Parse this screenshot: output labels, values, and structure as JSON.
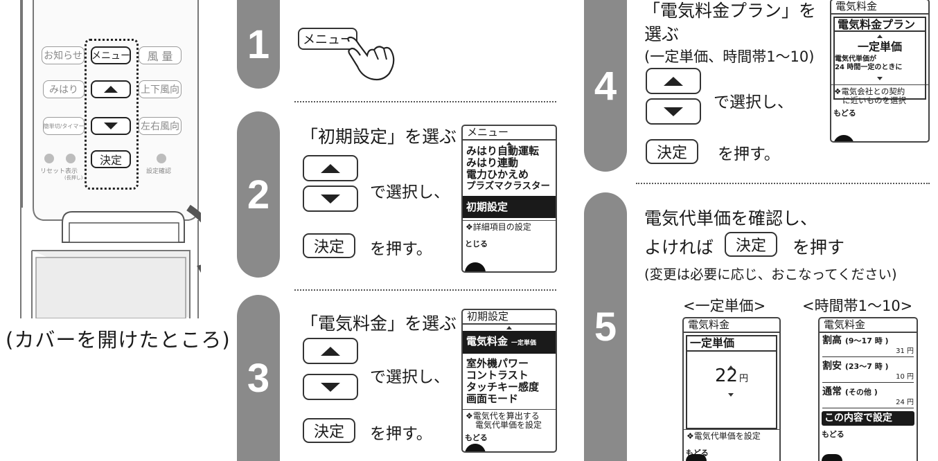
{
  "remote": {
    "buttons": {
      "oshirase": "お知らせ",
      "menu": "メニュー",
      "fuuryou": "風 量",
      "mihari": "みはり",
      "joge": "上下風向",
      "kantan_timer": "簡単切/タイマー",
      "sayu": "左右風向",
      "kettei": "決定"
    },
    "labels": {
      "reset": "リセット",
      "hyouji": "表示",
      "hyouji_sub": "(長押し)",
      "settei_kakunin": "設定確認"
    },
    "caption": "(カバーを開けたところ)"
  },
  "steps": {
    "s1": {
      "number": "1",
      "button": "メニュー"
    },
    "s2": {
      "number": "2",
      "heading": "「初期設定」を選ぶ",
      "select_text": "で選択し、",
      "kettei": "決定",
      "press_text": "を押す。",
      "lcd": {
        "title": "メニュー",
        "items": [
          "みはり自動運転",
          "みはり連動",
          "電力ひかえめ",
          "プラズマクラスター"
        ],
        "selected": "初期設定",
        "info": "詳細項目の設定",
        "back": "とじる"
      }
    },
    "s3": {
      "number": "3",
      "heading": "「電気料金」を選ぶ",
      "select_text": "で選択し、",
      "kettei": "決定",
      "press_text": "を押す。",
      "lcd": {
        "title": "初期設定",
        "selected": "電気料金",
        "selected_value": "一定単価",
        "items": [
          "室外機パワー",
          "コントラスト",
          "タッチキー感度",
          "画面モード"
        ],
        "info1": "電気代を算出する",
        "info2": "電気代単価を設定",
        "back": "もどる"
      }
    },
    "s4": {
      "number": "4",
      "heading1": "「電気料金プラン」を",
      "heading2": "選ぶ",
      "options": "(一定単価、時間帯1〜10)",
      "select_text": "で選択し、",
      "kettei": "決定",
      "press_text": "を押す。",
      "lcd": {
        "title": "電気料金",
        "header": "電気料金プラン",
        "value": "一定単価",
        "note1": "電気代単価が",
        "note2": "24 時間一定のときに",
        "info1": "電気会社との契約",
        "info2": "に近いものを選択",
        "back": "もどる"
      }
    },
    "s5": {
      "number": "5",
      "heading1": "電気代単価を確認し、",
      "heading2a": "よければ",
      "kettei": "決定",
      "heading2b": "を押す",
      "note": "(変更は必要に応じ、おこなってください)",
      "label_fixed": "<一定単価>",
      "label_tou": "<時間帯1〜10>",
      "lcd_fixed": {
        "title": "電気料金",
        "header": "一定単価",
        "price": "22",
        "unit": "円",
        "info": "電気代単価を設定",
        "back": "もどる"
      },
      "lcd_tou": {
        "title": "電気料金",
        "rows": [
          {
            "name": "割高",
            "period": "(9〜17 時 )",
            "price": "31 円"
          },
          {
            "name": "割安",
            "period": "(23〜7 時 )",
            "price": "10 円"
          },
          {
            "name": "通常",
            "period": "(その他 )",
            "price": "24 円"
          }
        ],
        "confirm": "この内容で設定",
        "back": "もどる"
      }
    }
  }
}
